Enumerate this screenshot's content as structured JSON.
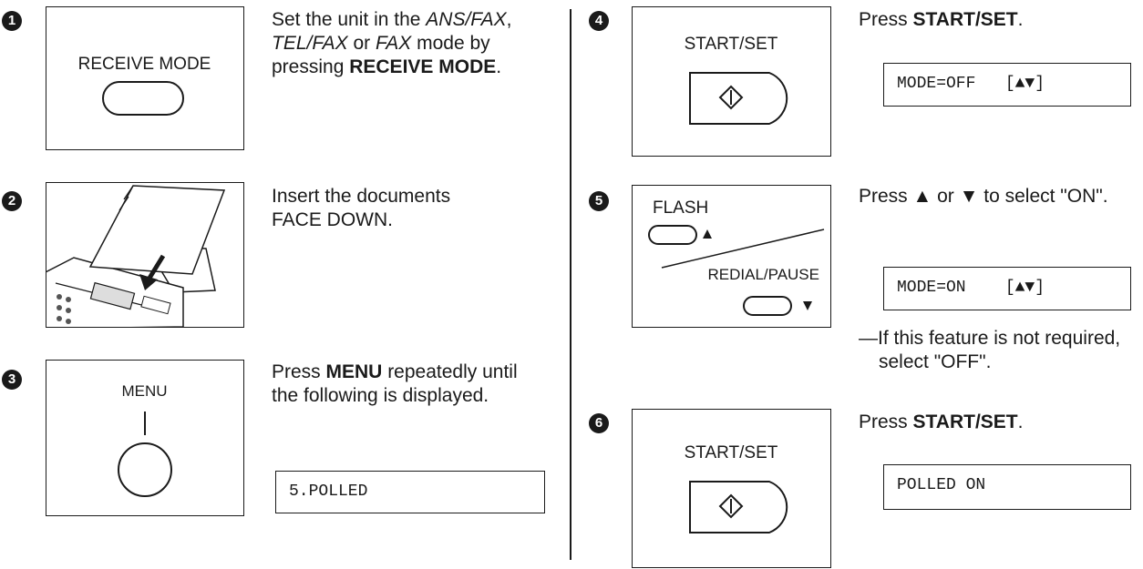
{
  "steps": [
    {
      "num": "1",
      "panel_label": "RECEIVE MODE",
      "text_parts": [
        "Set the unit in the ",
        "ANS/FAX",
        ", ",
        "TEL/FAX",
        " or ",
        "FAX",
        " mode by pressing ",
        "RECEIVE MODE",
        "."
      ]
    },
    {
      "num": "2",
      "text": "Insert the documents FACE DOWN."
    },
    {
      "num": "3",
      "panel_label": "MENU",
      "text_parts": [
        "Press ",
        "MENU",
        " repeatedly until the following is displayed."
      ],
      "display": "5.POLLED"
    },
    {
      "num": "4",
      "panel_label": "START/SET",
      "text_parts": [
        "Press ",
        "START/SET",
        "."
      ],
      "display": "MODE=OFF   [▲▼]"
    },
    {
      "num": "5",
      "panel_label_top": "FLASH",
      "panel_label_bottom": "REDIAL/PAUSE",
      "text": "Press ▲ or ▼ to select \"ON\".",
      "display": "MODE=ON    [▲▼]",
      "note": "—If this feature is not required, select \"OFF\"."
    },
    {
      "num": "6",
      "panel_label": "START/SET",
      "text_parts": [
        "Press ",
        "START/SET",
        "."
      ],
      "display": "POLLED ON"
    }
  ]
}
